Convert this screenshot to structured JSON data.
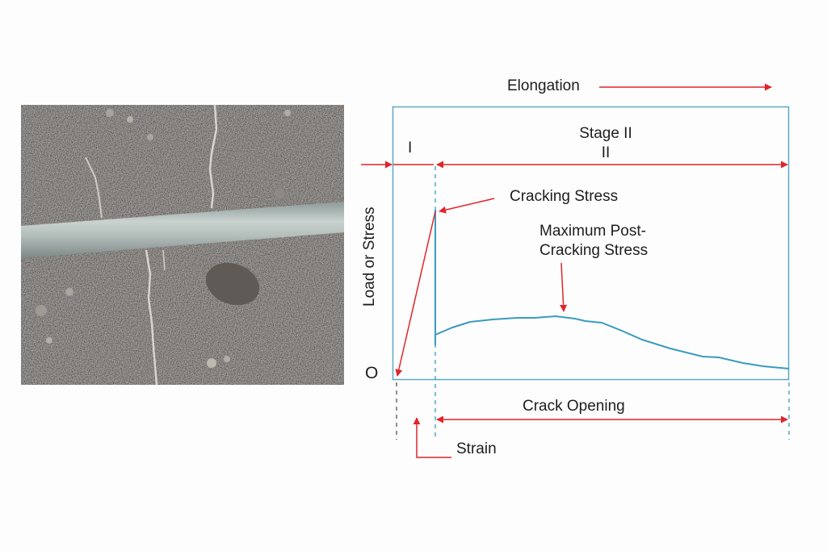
{
  "photo": {
    "description": "Close-up of cracked concrete surface with a steel fiber/rebar crossing the cracks",
    "alt": "fiber bridging crack in concrete"
  },
  "diagram": {
    "top_axis_label": "Elongation",
    "stage_one_label": "I",
    "stage_two_label": "Stage II",
    "stage_two_sub": "II",
    "y_axis_label": "Load or Stress",
    "origin_label": "O",
    "annotation_cracking": "Cracking Stress",
    "annotation_max_line1": "Maximum Post-",
    "annotation_max_line2": "Cracking Stress",
    "bottom_span_label": "Crack Opening",
    "strain_label": "Strain"
  },
  "colors": {
    "curve": "#3a9bbf",
    "frame": "#5aaac4",
    "arrow": "#e0252b",
    "text": "#1d1d1d"
  },
  "chart_data": {
    "type": "line",
    "title": "",
    "xlabel": "Elongation / Crack Opening",
    "ylabel": "Load or Stress",
    "note": "Schematic (no numeric ticks); values normalized 0-1 relative to the plot box",
    "series": [
      {
        "name": "Stress-elongation curve",
        "x": [
          0.1,
          0.1,
          0.1,
          0.2,
          0.3,
          0.4,
          0.5,
          0.55,
          0.6,
          0.7,
          0.8,
          0.9,
          1.0
        ],
        "y": [
          0.62,
          0.17,
          0.16,
          0.21,
          0.23,
          0.23,
          0.24,
          0.23,
          0.21,
          0.14,
          0.09,
          0.06,
          0.04
        ]
      }
    ],
    "annotations": [
      "Cracking Stress",
      "Maximum Post-Cracking Stress",
      "Stage I",
      "Stage II",
      "Crack Opening",
      "Strain",
      "O"
    ]
  }
}
